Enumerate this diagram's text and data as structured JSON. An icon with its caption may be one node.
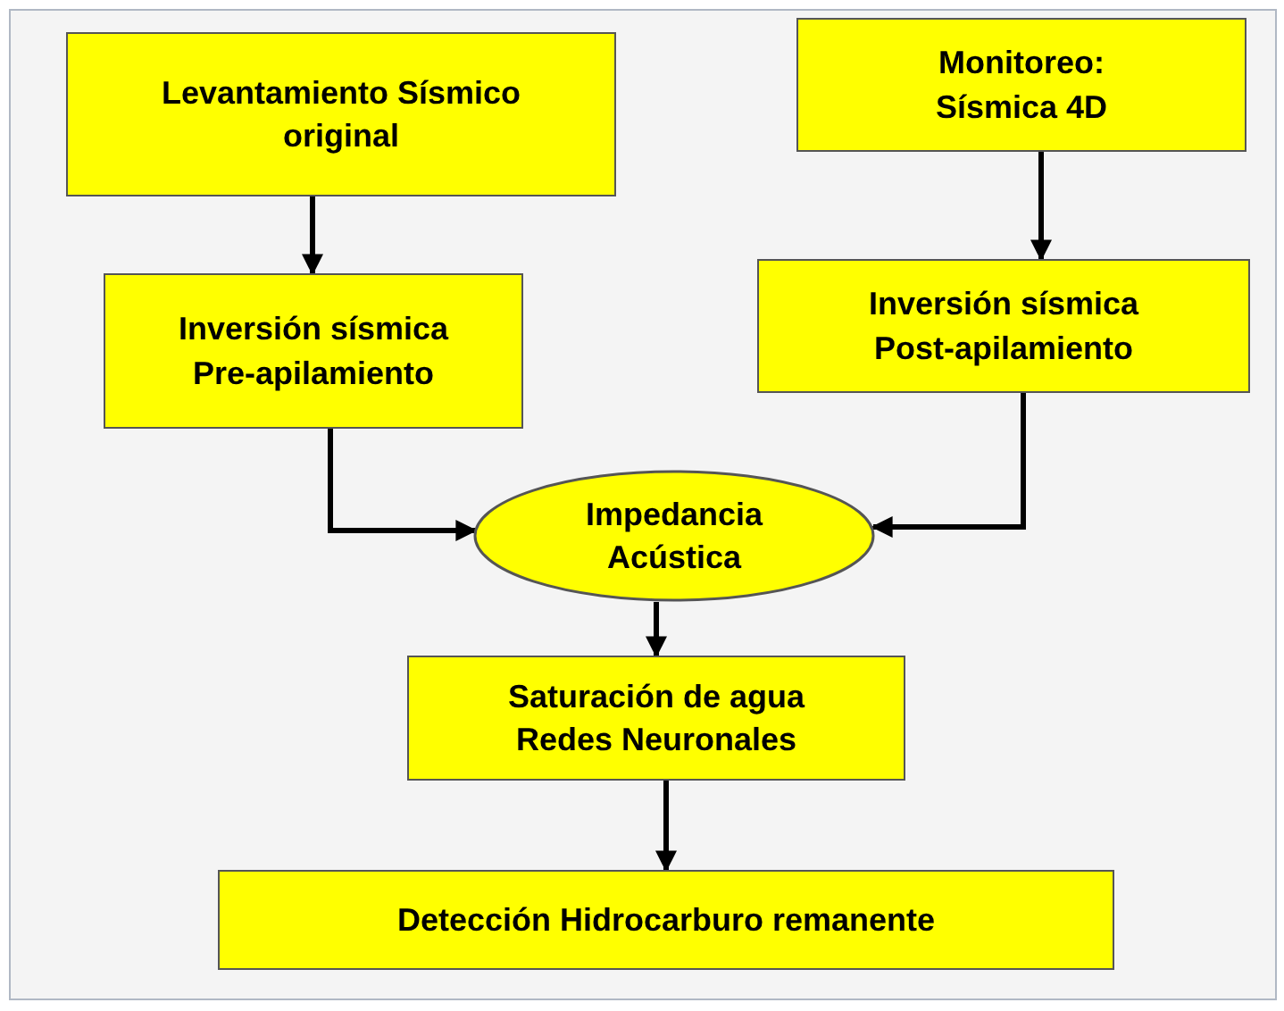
{
  "diagram": {
    "nodes": [
      {
        "text": [
          "Levantamiento Sísmico original"
        ]
      },
      {
        "text": [
          "Monitoreo: Sísmica 4D"
        ]
      },
      {
        "text": [
          "Inversión sísmica Pre-apilamiento"
        ]
      },
      {
        "text": [
          "Inversión sísmica Post-apilamiento"
        ]
      },
      {
        "text": [
          "Impedancia Acústica"
        ]
      },
      {
        "text": [
          "Saturación de agua Redes Neuronales"
        ]
      },
      {
        "text": [
          "Detección Hidrocarburo remanente"
        ]
      }
    ],
    "edges": [
      {
        "from": 0,
        "to": 2,
        "arrow": "to"
      },
      {
        "from": 1,
        "to": 3,
        "arrow": "to"
      },
      {
        "from": 2,
        "to": 4,
        "arrow": "to"
      },
      {
        "from": 3,
        "to": 4,
        "arrow": "to"
      },
      {
        "from": 4,
        "to": 5,
        "arrow": "to"
      },
      {
        "from": 5,
        "to": 6,
        "arrow": "to"
      }
    ]
  }
}
